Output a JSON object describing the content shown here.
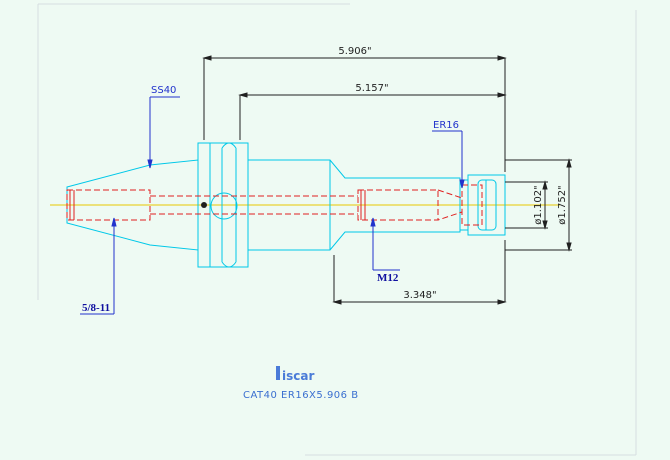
{
  "dimensions": {
    "overall_length": "5.906\"",
    "gauge_length": "5.157\"",
    "neck_length": "3.348\"",
    "nose_diameter": "ø1.102\"",
    "nut_diameter": "ø1.752\""
  },
  "callouts": {
    "taper": "SS40",
    "collet": "ER16",
    "thread_front": "M12",
    "thread_rear": "5/8-11"
  },
  "title_block": {
    "logo": "iscar",
    "part_number": "CAT40  ER16X5.906  B"
  },
  "colors": {
    "outline": "#00c8e8",
    "hidden": "#e02020",
    "centerline": "#e8c800",
    "dimension": "#202020",
    "callout": "#2233cc"
  }
}
